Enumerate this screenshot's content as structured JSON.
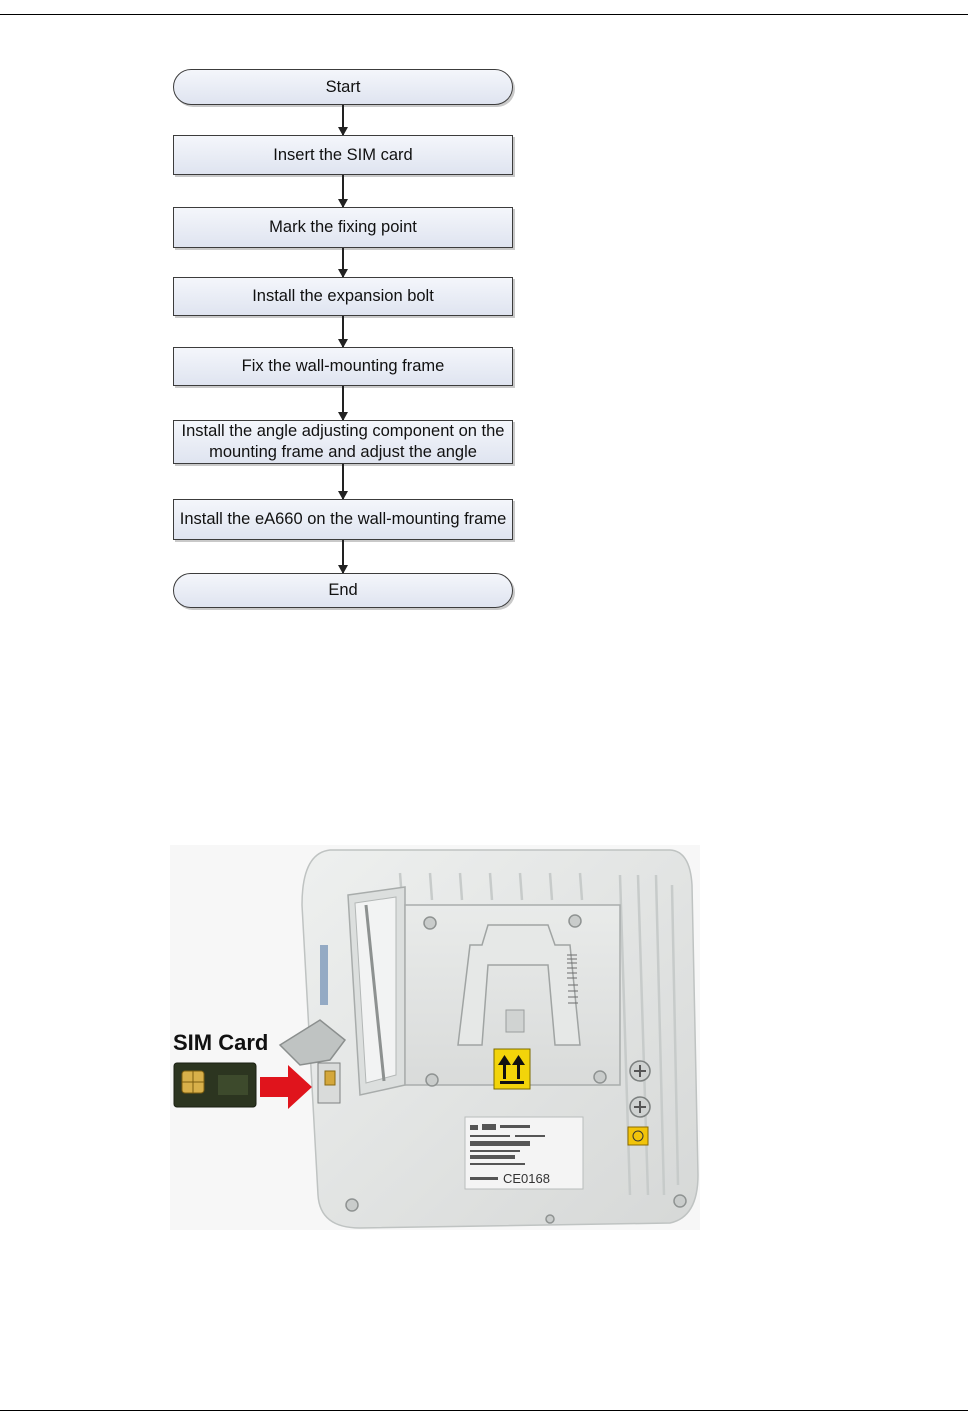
{
  "flowchart": {
    "nodes": [
      {
        "id": "start",
        "shape": "terminal",
        "text": "Start"
      },
      {
        "id": "step1",
        "shape": "process",
        "text": "Insert the SIM card"
      },
      {
        "id": "step2",
        "shape": "process",
        "text": "Mark the fixing point"
      },
      {
        "id": "step3",
        "shape": "process",
        "text": "Install the expansion bolt"
      },
      {
        "id": "step4",
        "shape": "process",
        "text": "Fix the wall-mounting frame"
      },
      {
        "id": "step5",
        "shape": "process",
        "text": "Install the angle adjusting component on the mounting frame and adjust the angle"
      },
      {
        "id": "step6",
        "shape": "process",
        "text": "Install the eA660 on the wall-mounting frame"
      },
      {
        "id": "end",
        "shape": "terminal",
        "text": "End"
      }
    ],
    "edges": [
      {
        "from": "start",
        "to": "step1"
      },
      {
        "from": "step1",
        "to": "step2"
      },
      {
        "from": "step2",
        "to": "step3"
      },
      {
        "from": "step3",
        "to": "step4"
      },
      {
        "from": "step4",
        "to": "step5"
      },
      {
        "from": "step5",
        "to": "step6"
      },
      {
        "from": "step6",
        "to": "end"
      }
    ]
  },
  "photo": {
    "sim_label": "SIM Card",
    "ce_mark": "CE0168",
    "colors": {
      "arrow": "#e0141c",
      "warning_label": "#f2d40a",
      "device_body": "#e3e5e4"
    }
  }
}
